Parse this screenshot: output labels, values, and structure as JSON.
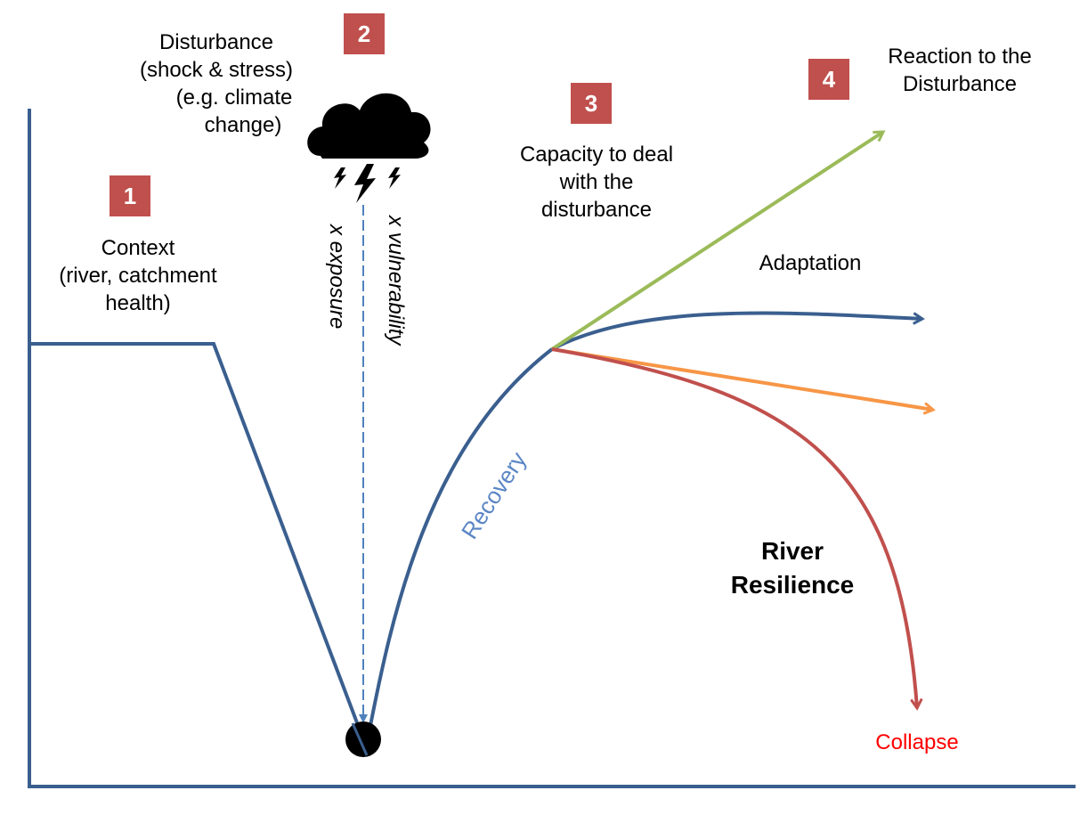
{
  "badges": {
    "b1": "1",
    "b2": "2",
    "b3": "3",
    "b4": "4"
  },
  "labels": {
    "context_title": "Context",
    "context_sub1": "(river, catchment",
    "context_sub2": "health)",
    "disturbance_title": "Disturbance",
    "disturbance_sub1": "(shock & stress)",
    "disturbance_sub2": "(e.g. climate",
    "disturbance_sub3": "change)",
    "capacity1": "Capacity to deal",
    "capacity2": "with the",
    "capacity3": "disturbance",
    "reaction1": "Reaction to the",
    "reaction2": "Disturbance",
    "adaptation": "Adaptation",
    "resilience1": "River",
    "resilience2": "Resilience",
    "collapse": "Collapse",
    "recovery": "Recovery",
    "vulnerability": "x vulnerability",
    "exposure": "x exposure"
  },
  "colors": {
    "main_line": "#3a5f8f",
    "badge": "#c0504d",
    "green_arrow": "#9bbb59",
    "orange_arrow": "#f79646",
    "red_curve": "#c0504d",
    "collapse_text": "#ff0000",
    "recovery_text": "#5b86c5",
    "dashed_arrow": "#4f81bd"
  },
  "icons": {
    "storm": "storm-cloud-icon"
  }
}
